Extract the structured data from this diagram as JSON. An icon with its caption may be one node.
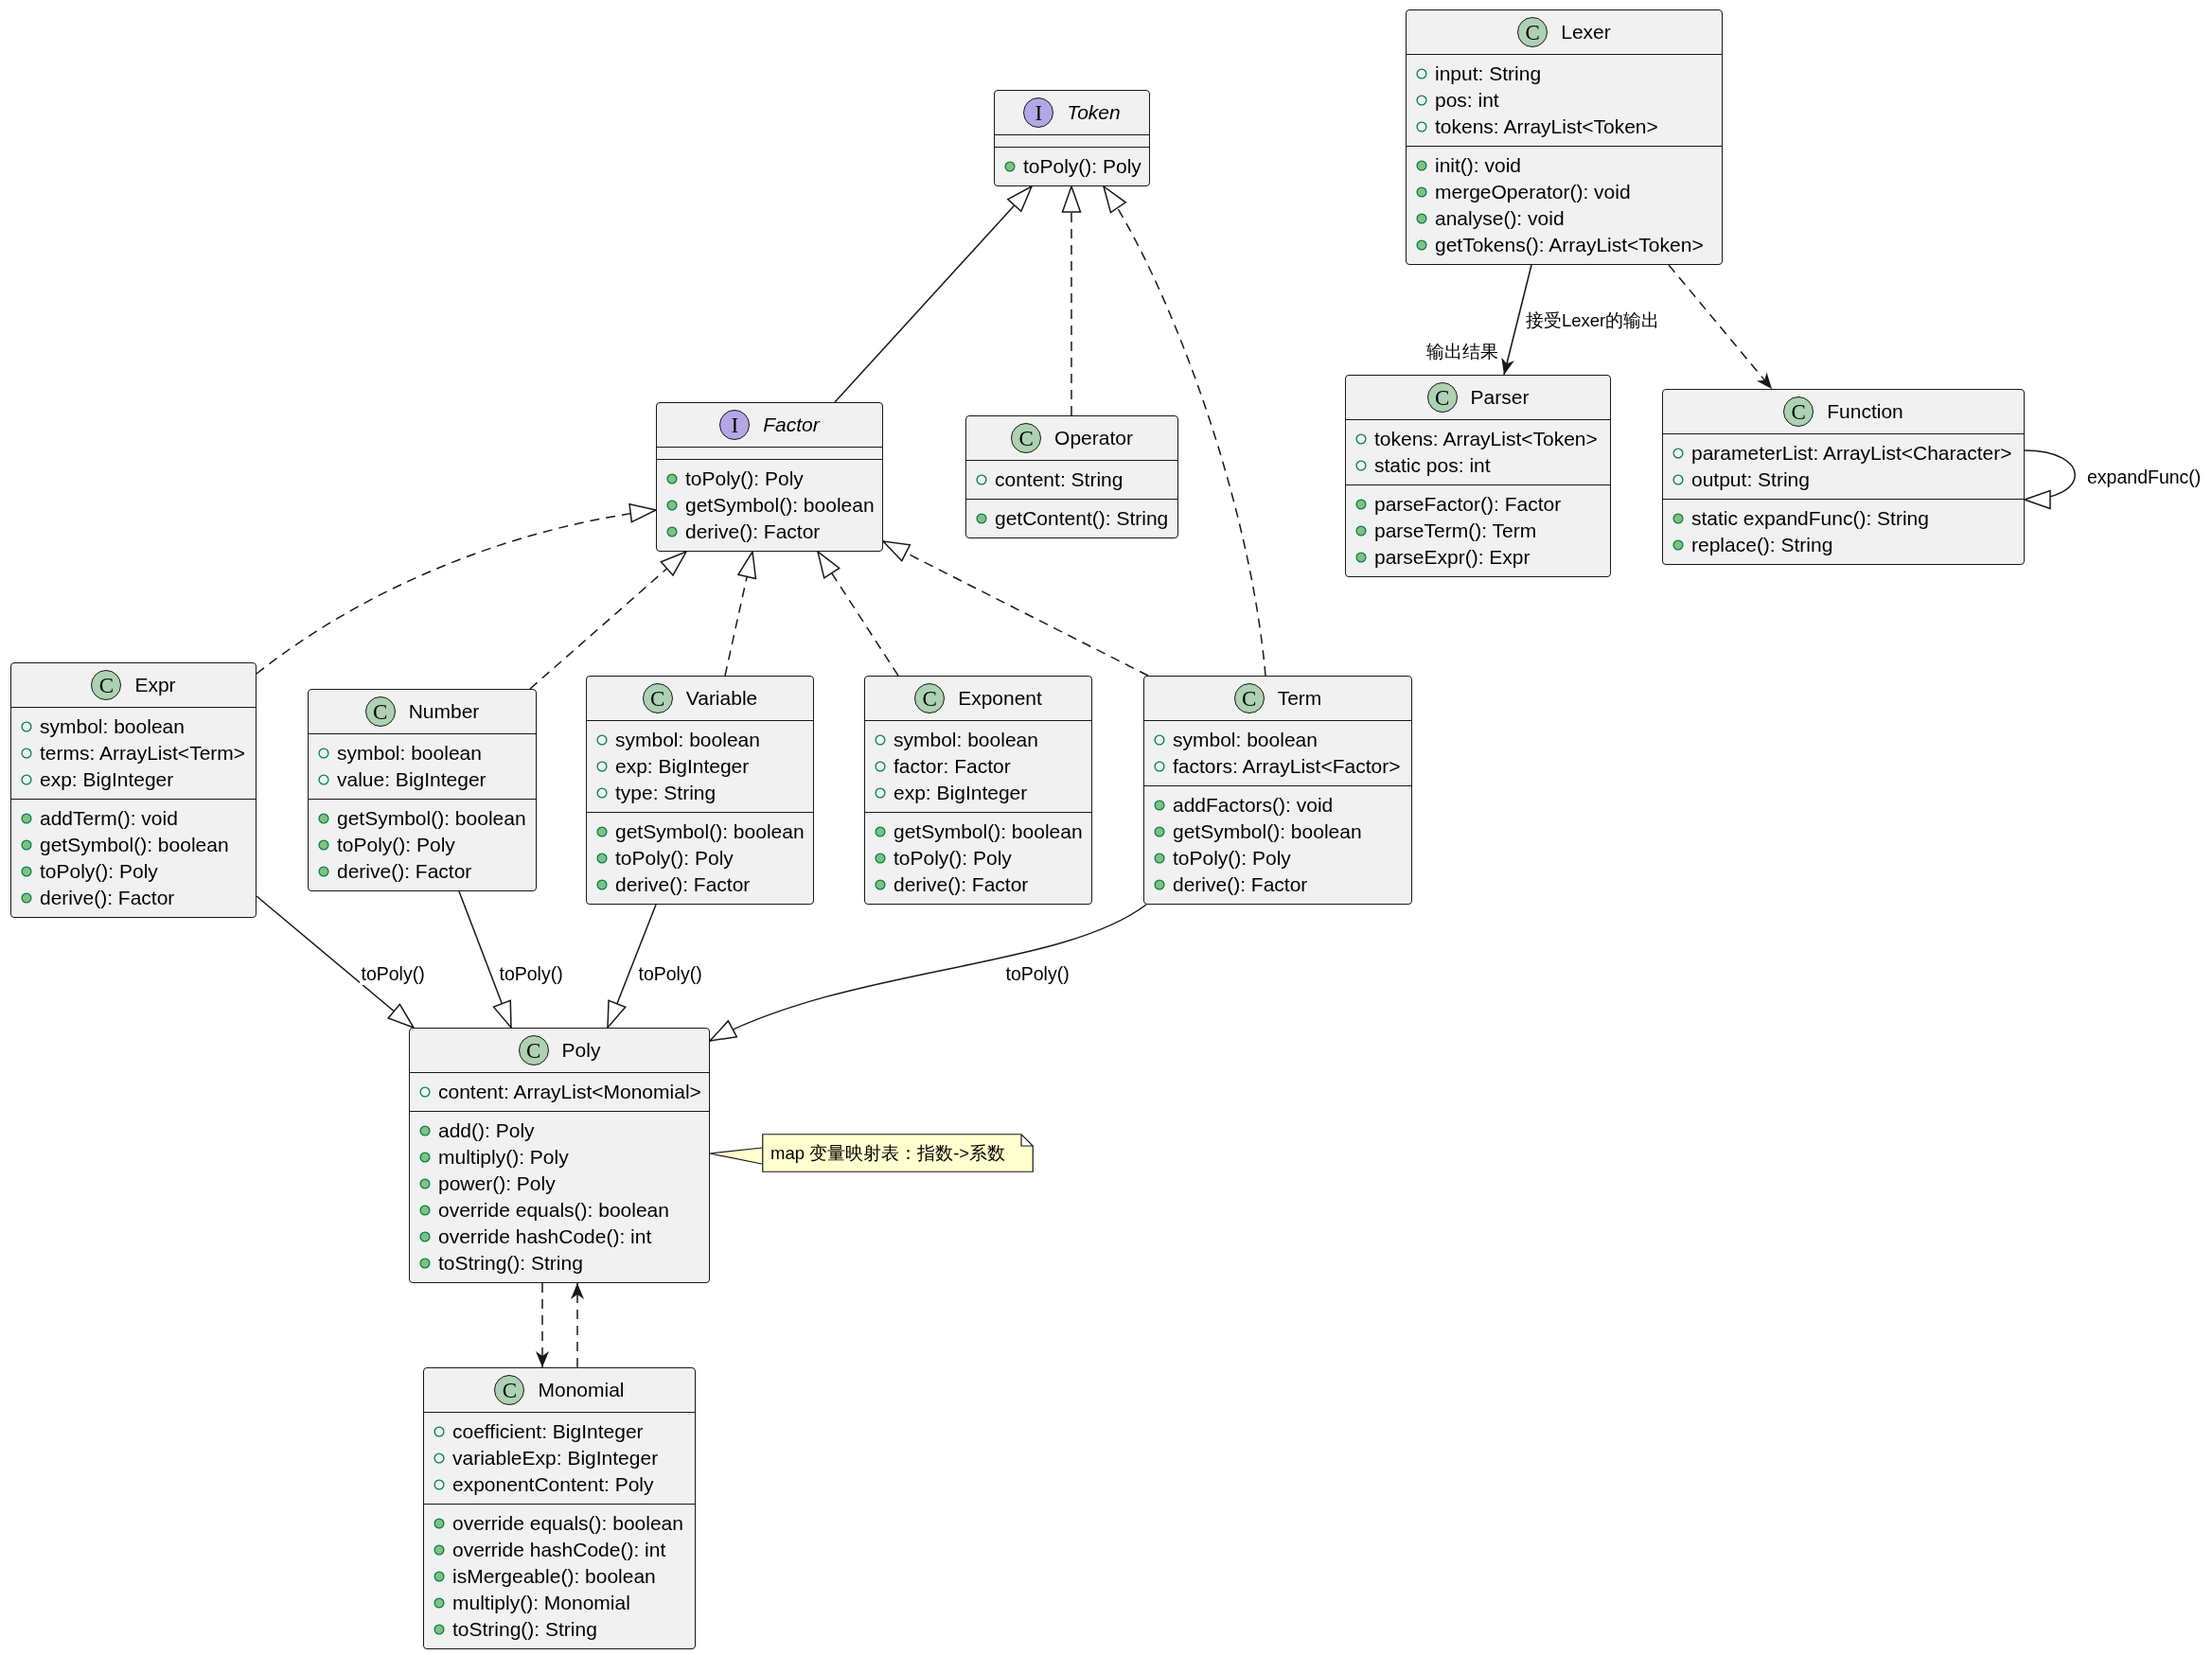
{
  "diagram": {
    "nodes": [
      {
        "text": [
          "I",
          "Token",
          "toPoly(): Poly"
        ]
      },
      {
        "text": [
          "C",
          "Lexer",
          "input: String",
          "pos: int",
          "tokens: ArrayList<Token>",
          "init(): void",
          "mergeOperator(): void",
          "analyse(): void",
          "getTokens(): ArrayList<Token>"
        ]
      },
      {
        "text": [
          "I",
          "Factor",
          "toPoly(): Poly",
          "getSymbol(): boolean",
          "derive(): Factor"
        ]
      },
      {
        "text": [
          "C",
          "Operator",
          "content: String",
          "getContent(): String"
        ]
      },
      {
        "text": [
          "C",
          "Parser",
          "tokens: ArrayList<Token>",
          "static pos: int",
          "parseFactor(): Factor",
          "parseTerm(): Term",
          "parseExpr(): Expr"
        ]
      },
      {
        "text": [
          "C",
          "Function",
          "parameterList: ArrayList<Character>",
          "output: String",
          "static expandFunc(): String",
          "replace(): String"
        ]
      },
      {
        "text": [
          "C",
          "Expr",
          "symbol: boolean",
          "terms: ArrayList<Term>",
          "exp: BigInteger",
          "addTerm(): void",
          "getSymbol(): boolean",
          "toPoly(): Poly",
          "derive(): Factor"
        ]
      },
      {
        "text": [
          "C",
          "Number",
          "symbol: boolean",
          "value: BigInteger",
          "getSymbol(): boolean",
          "toPoly(): Poly",
          "derive(): Factor"
        ]
      },
      {
        "text": [
          "C",
          "Variable",
          "symbol: boolean",
          "exp: BigInteger",
          "type: String",
          "getSymbol(): boolean",
          "toPoly(): Poly",
          "derive(): Factor"
        ]
      },
      {
        "text": [
          "C",
          "Exponent",
          "symbol: boolean",
          "factor: Factor",
          "exp: BigInteger",
          "getSymbol(): boolean",
          "toPoly(): Poly",
          "derive(): Factor"
        ]
      },
      {
        "text": [
          "C",
          "Term",
          "symbol: boolean",
          "factors: ArrayList<Factor>",
          "addFactors(): void",
          "getSymbol(): boolean",
          "toPoly(): Poly",
          "derive(): Factor"
        ]
      },
      {
        "text": [
          "C",
          "Poly",
          "content: ArrayList<Monomial>",
          "add(): Poly",
          "multiply(): Poly",
          "power(): Poly",
          "override equals(): boolean",
          "override hashCode(): int",
          "toString(): String"
        ]
      },
      {
        "text": [
          "map 变量映射表：指数->系数"
        ]
      },
      {
        "text": [
          "C",
          "Monomial",
          "coefficient: BigInteger",
          "variableExp: BigInteger",
          "exponentContent: Poly",
          "override equals(): boolean",
          "override hashCode(): int",
          "isMergeable(): boolean",
          "multiply(): Monomial",
          "toString(): String"
        ]
      }
    ],
    "edges": [
      {
        "from": 2,
        "to": 0,
        "arrow": "to"
      },
      {
        "from": 3,
        "to": 0,
        "arrow": "to",
        "style": "dashed"
      },
      {
        "from": 10,
        "to": 0,
        "arrow": "to",
        "style": "dashed"
      },
      {
        "from": 6,
        "to": 2,
        "arrow": "to",
        "style": "dashed"
      },
      {
        "from": 7,
        "to": 2,
        "arrow": "to",
        "style": "dashed"
      },
      {
        "from": 8,
        "to": 2,
        "arrow": "to",
        "style": "dashed"
      },
      {
        "from": 9,
        "to": 2,
        "arrow": "to",
        "style": "dashed"
      },
      {
        "from": 10,
        "to": 2,
        "arrow": "to",
        "style": "dashed"
      },
      {
        "from": 6,
        "to": 11,
        "arrow": "to",
        "label": "toPoly()"
      },
      {
        "from": 7,
        "to": 11,
        "arrow": "to",
        "label": "toPoly()"
      },
      {
        "from": 8,
        "to": 11,
        "arrow": "to",
        "label": "toPoly()"
      },
      {
        "from": 10,
        "to": 11,
        "arrow": "to",
        "label": "toPoly()"
      },
      {
        "from": 1,
        "to": 4,
        "arrow": "to",
        "label": "接受Lexer的输出"
      },
      {
        "from": 1,
        "to": 5,
        "arrow": "to",
        "style": "dashed"
      },
      {
        "from": 5,
        "to": 5,
        "arrow": "to",
        "label": "expandFunc()"
      },
      {
        "from": 11,
        "to": 13,
        "arrow": "to",
        "style": "dashed"
      },
      {
        "from": 13,
        "to": 11,
        "arrow": "to",
        "style": "dashed"
      },
      {
        "from": 12,
        "to": 11,
        "arrow": "none"
      }
    ],
    "labels": [
      "输出结果"
    ]
  }
}
